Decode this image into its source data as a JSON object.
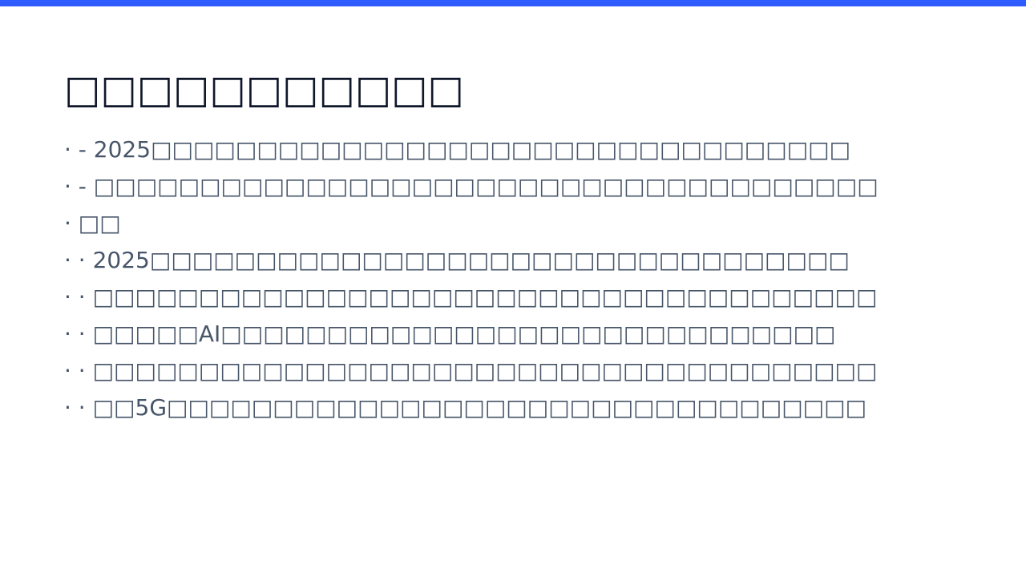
{
  "slide": {
    "title": "□□□□□□□□□□□",
    "accent_color": "#2f5cff",
    "title_color": "#0f172a",
    "text_color": "#475569",
    "bullets": [
      "· - 2025□□□□□□□□□□□□□□□□□□□□□□□□□□□□□□□□□",
      "· - □□□□□□□□□□□□□□□□□□□□□□□□□□□□□□□□□□□□□",
      "· □□",
      "· · 2025□□□□□□□□□□□□□□□□□□□□□□□□□□□□□□□□□",
      "· · □□□□□□□□□□□□□□□□□□□□□□□□□□□□□□□□□□□□□",
      "· · □□□□□AI□□□□□□□□□□□□□□□□□□□□□□□□□□□□□",
      "· · □□□□□□□□□□□□□□□□□□□□□□□□□□□□□□□□□□□□□",
      "· · □□5G□□□□□□□□□□□□□□□□□□□□□□□□□□□□□□□□□"
    ]
  }
}
